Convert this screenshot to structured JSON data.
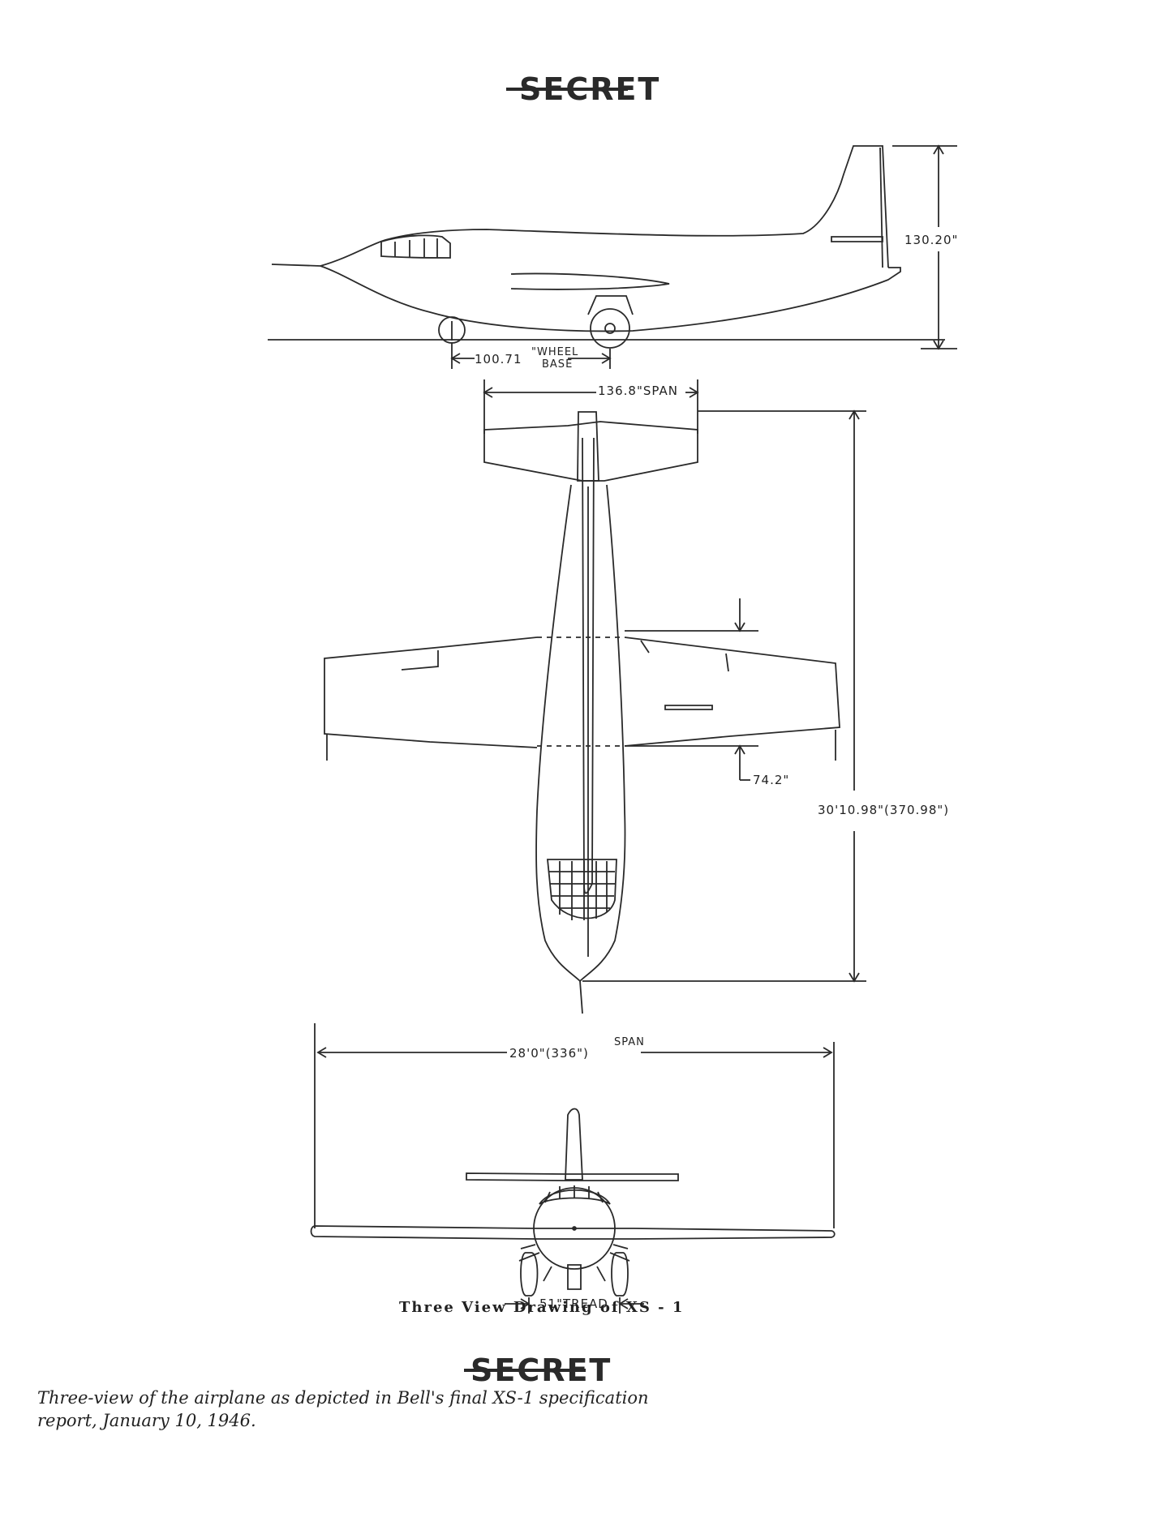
{
  "stamp_top": "SECRET",
  "stamp_bottom": "SECRET",
  "dimensions": {
    "side_height": "130.20\"",
    "wheel_base_value": "100.71",
    "wheel_base_label_1": "\"WHEEL",
    "wheel_base_label_2": "BASE",
    "tail_span": "136.8\"SPAN",
    "wing_location": "74.2\"",
    "length": "30'10.98\"(370.98\")",
    "wing_span": "28'0\"(336\")",
    "wing_span_label": "SPAN",
    "tread": "51\"TREAD"
  },
  "caption": "Three View Drawing of XS - 1",
  "note": "Three-view of the airplane as depicted in Bell's final XS-1 specification report, January 10, 1946."
}
